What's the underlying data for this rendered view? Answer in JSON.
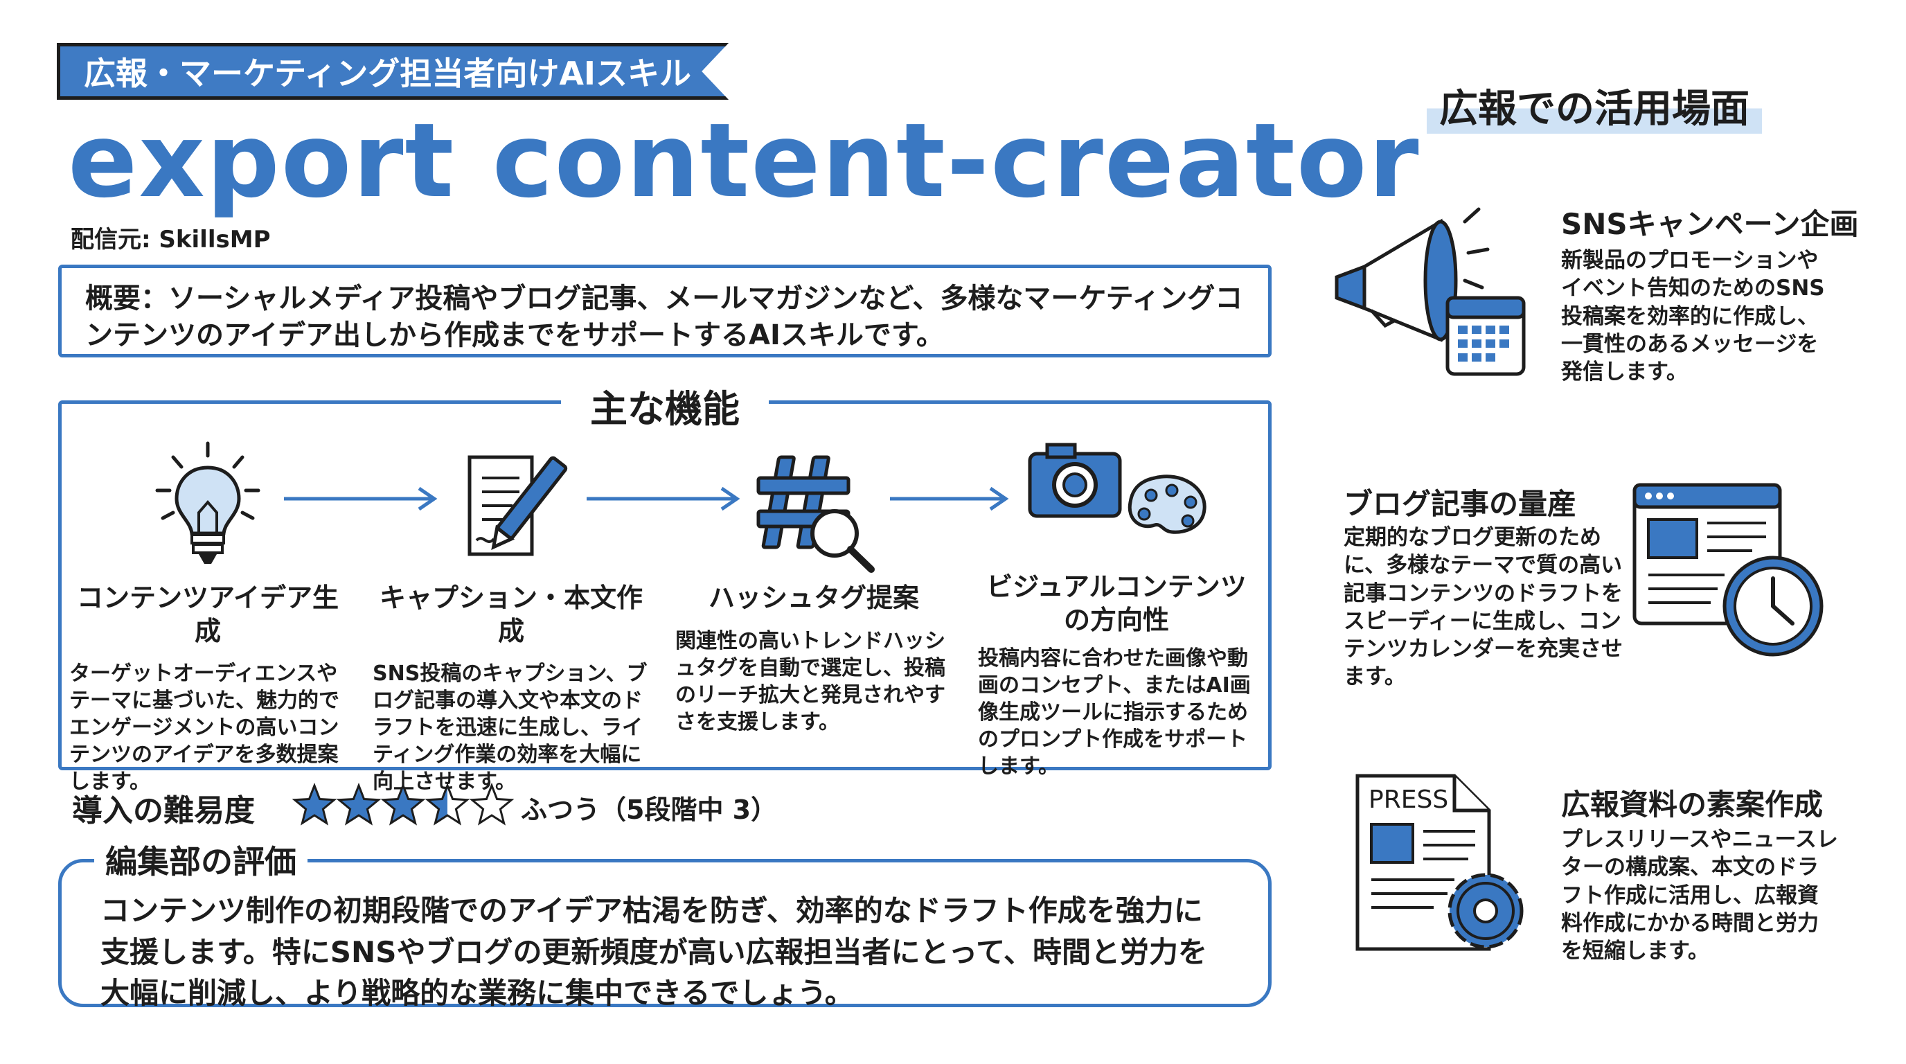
{
  "banner": "広報・マーケティング担当者向けAIスキル",
  "title": "export content-creator",
  "source": "配信元: SkillsMP",
  "summary": "概要：ソーシャルメディア投稿やブログ記事、メールマガジンなど、多様なマーケティングコンテンツのアイデア出しから作成までをサポートするAIスキルです。",
  "features": {
    "heading": "主な機能",
    "items": [
      {
        "icon": "lightbulb-icon",
        "title": "コンテンツアイデア生成",
        "desc": "ターゲットオーディエンスやテーマに基づいた、魅力的でエンゲージメントの高いコンテンツのアイデアを多数提案します。"
      },
      {
        "icon": "document-pen-icon",
        "title": "キャプション・本文作成",
        "desc": "SNS投稿のキャプション、ブログ記事の導入文や本文のドラフトを迅速に生成し、ライティング作業の効率を大幅に向上させます。"
      },
      {
        "icon": "hashtag-search-icon",
        "title": "ハッシュタグ提案",
        "desc": "関連性の高いトレンドハッシュタグを自動で選定し、投稿のリーチ拡大と発見されやすさを支援します。"
      },
      {
        "icon": "camera-palette-icon",
        "title": "ビジュアルコンテンツの方向性",
        "desc": "投稿内容に合わせた画像や動画のコンセプト、またはAI画像生成ツールに指示するためのプロンプト作成をサポートします。"
      }
    ]
  },
  "difficulty": {
    "label": "導入の難易度",
    "rating": 3.5,
    "max": 5,
    "text": "ふつう（5段階中 3）"
  },
  "review": {
    "heading": "編集部の評価",
    "text": "コンテンツ制作の初期段階でのアイデア枯渇を防ぎ、効率的なドラフト作成を強力に支援します。特にSNSやブログの更新頻度が高い広報担当者にとって、時間と労力を大幅に削減し、より戦略的な業務に集中できるでしょう。"
  },
  "usecases": {
    "heading": "広報での活用場面",
    "items": [
      {
        "icon": "megaphone-calendar-icon",
        "title": "SNSキャンペーン企画",
        "desc": "新製品のプロモーションやイベント告知のためのSNS投稿案を効率的に作成し、一貫性のあるメッセージを発信します。"
      },
      {
        "icon": "browser-clock-icon",
        "title": "ブログ記事の量産",
        "desc": "定期的なブログ更新のために、多様なテーマで質の高い記事コンテンツのドラフトをスピーディーに生成し、コンテンツカレンダーを充実させます。"
      },
      {
        "icon": "press-gear-icon",
        "title": "広報資料の素案作成",
        "desc": "プレスリリースやニュースレターの構成案、本文のドラフト作成に活用し、広報資料作成にかかる時間と労力を短縮します。",
        "badge": "PRESS"
      }
    ]
  },
  "colors": {
    "accent": "#3a78c2",
    "text": "#1d1d1d"
  }
}
